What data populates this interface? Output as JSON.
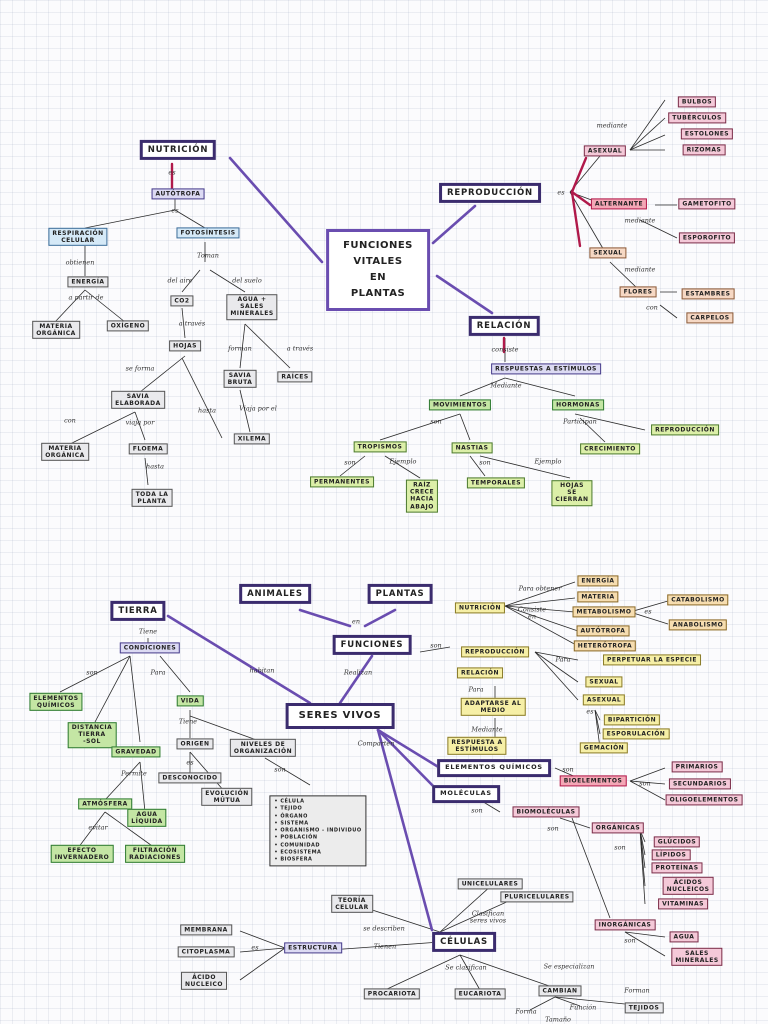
{
  "diagrams": {
    "plants": {
      "center": "FUNCIONES\nVITALES\nEN\nPLANTAS",
      "nutricion": {
        "title": "NUTRICIÓN",
        "es": "es",
        "autotrofa": "AUTÓTROFA",
        "es2": "es",
        "respiracion": "RESPIRACIÓN\nCELULAR",
        "fotosintesis": "FOTOSÍNTESIS",
        "obtienen": "obtienen",
        "energia": "ENERGÍA",
        "a_partir_de": "a partir de",
        "materia_organica": "MATERIA\nORGÁNICA",
        "oxigeno": "OXÍGENO",
        "toman": "Toman",
        "del_aire": "del aire",
        "del_suelo": "del suelo",
        "co2": "CO2",
        "agua_sales": "AGUA +\nSALES\nMINERALES",
        "a_traves": "a través",
        "hojas": "HOJAS",
        "se_forma": "se forma",
        "savia_elaborada": "SAVIA\nELABORADA",
        "con": "con",
        "viaja_por": "viaja por",
        "materia_organica2": "MATERIA\nORGÁNICA",
        "floema": "FLOEMA",
        "hasta": "hasta",
        "toda_planta": "TODA LA\nPLANTA",
        "forman": "forman",
        "a_traves2": "a través",
        "savia_bruta": "SAVIA\nBRUTA",
        "raices": "RAÍCES",
        "viaja_por_el": "Viaja por el",
        "xilema": "XILEMA",
        "hasta2": "hasta"
      },
      "reproduccion": {
        "title": "REPRODUCCIÓN",
        "es": "es",
        "mediante": "mediante",
        "asexual": "ASEXUAL",
        "bulbos": "BULBOS",
        "tuberculos": "TUBÉRCULOS",
        "estolones": "ESTOLONES",
        "rizomas": "RIZOMAS",
        "alternante": "ALTERNANTE",
        "mediante2": "mediante",
        "gametofito": "GAMETOFITO",
        "esporofito": "ESPOROFITO",
        "sexual": "SEXUAL",
        "mediante3": "mediante",
        "flores": "FLORES",
        "con": "con",
        "estambres": "ESTAMBRES",
        "carpelos": "CARPELOS"
      },
      "relacion": {
        "title": "RELACIÓN",
        "consiste": "consiste",
        "respuestas": "RESPUESTAS A ESTÍMULOS",
        "mediante": "Mediante",
        "movimientos": "MOVIMIENTOS",
        "hormonas": "HORMONAS",
        "son": "son",
        "participan": "Participan",
        "reproduccion": "REPRODUCCIÓN",
        "crecimiento": "CRECIMIENTO",
        "tropismos": "TROPISMOS",
        "nastias": "NASTIAS",
        "son2": "son",
        "ejemplo": "Ejemplo",
        "son3": "son",
        "ejemplo2": "Ejemplo",
        "permanentes": "PERMANENTES",
        "raiz_crece": "RAÍZ\nCRECE\nHACIA\nABAJO",
        "temporales": "TEMPORALES",
        "hojas_se_cierran": "HOJAS\nSE\nCIERRAN"
      }
    },
    "living": {
      "seres_vivos": "SERES VIVOS",
      "animales": "ANIMALES",
      "plantas": "PLANTAS",
      "en": "en",
      "funciones": "FUNCIONES",
      "realizan": "Realizan",
      "son_f": "son",
      "tierra": "TIERRA",
      "tiene": "Tiene",
      "condiciones": "CONDICIONES",
      "habitan": "habitan",
      "son_c": "son",
      "para_c": "Para",
      "elementos_quimicos": "ELEMENTOS\nQUÍMICOS",
      "distancia_tierra_sol": "DISTANCIA\nTIERRA\n-SOL",
      "gravedad": "GRAVEDAD",
      "permite": "Permite",
      "atmosfera": "ATMÓSFERA",
      "agua_liquida": "AGUA\nLÍQUIDA",
      "evitar": "evitar",
      "efecto_invernadero": "EFECTO\nINVERNADERO",
      "filtracion": "FILTRACIÓN\nRADIACIONES",
      "vida": "VIDA",
      "tiene_v": "Tiene",
      "origen": "ORIGEN",
      "niveles": "NIVELES DE\nORGANIZACIÓN",
      "es_o": "es",
      "son_n": "son",
      "desconocido": "DESCONOCIDO",
      "evolucion": "EVOLUCIÓN\nMÚTUA",
      "niveles_list": "• CÉLULA\n• TEJIDO\n• ÓRGANO\n• SISTEMA\n• ORGANISMO - INDIVIDUO\n• POBLACIÓN\n• COMUNIDAD\n• ECOSISTEMA\n• BIOSFERA",
      "comparten": "Comparten",
      "nutricion": "NUTRICIÓN",
      "para_n": "Para obtener",
      "consiste_n": "Consiste\nen",
      "energia_n": "ENERGÍA",
      "materia_n": "MATERIA",
      "metabolismo": "METABOLISMO",
      "es_m": "es",
      "catabolismo": "CATABOLISMO",
      "anabolismo": "ANABOLISMO",
      "autotrofa_n": "AUTÓTROFA",
      "heterotrofa_n": "HETERÓTROFA",
      "reproduccion_l": "REPRODUCCIÓN",
      "para_r": "Para",
      "perpetuar": "PERPETUAR LA ESPECIE",
      "sexual_l": "SEXUAL",
      "asexual_l": "ASEXUAL",
      "es_r": "es",
      "bipartition": "BIPARTICIÓN",
      "esporulacion": "ESPORULACIÓN",
      "gemacion": "GEMACIÓN",
      "relacion_l": "RELACIÓN",
      "para_rel": "Para",
      "adaptarse": "ADAPTARSE AL\nMEDIO",
      "mediante_rel": "Mediante",
      "respuesta": "RESPUESTA A\nESTÍMULOS",
      "elementos_q": "ELEMENTOS QUÍMICOS",
      "son_e": "son",
      "bioelementos": "BIOELEMENTOS",
      "son_b": "son",
      "primarios": "PRIMARIOS",
      "secundarios": "SECUNDARIOS",
      "oligoelementos": "OLIGOELEMENTOS",
      "moleculas": "MOLÉCULAS",
      "son_m": "son",
      "biomoleculas": "BIOMOLÉCULAS",
      "son_bm": "son",
      "organicas": "ORGÁNICAS",
      "son_o": "son",
      "glucidos": "GLÚCIDOS",
      "lipidos": "LÍPIDOS",
      "proteinas": "PROTEÍNAS",
      "acidos_nucleicos": "ÁCIDOS\nNUCLEICOS",
      "vitaminas": "VITAMINAS",
      "inorganicas": "INORGÁNICAS",
      "son_i": "son",
      "agua_i": "AGUA",
      "sales": "SALES\nMINERALES",
      "celulas": "CÉLULAS",
      "unicelulares": "UNICELULARES",
      "pluricelulares": "PLURICELULARES",
      "clasifican_en": "Clasifican\nseres vivos",
      "teoria_celular": "TEORÍA\nCELULAR",
      "se_describen": "se describen",
      "tienen": "Tienen",
      "estructura": "ESTRUCTURA",
      "es_e": "es",
      "membrana": "MEMBRANA",
      "citoplasma": "CITOPLASMA",
      "acido_nucleico": "ÁCIDO\nNUCLEICO",
      "se_clasifican": "Se clasifican",
      "se_especializan": "Se especializan",
      "procariota": "PROCARIOTA",
      "eucariota": "EUCARIOTA",
      "cambian": "CAMBIAN",
      "forma": "Forma",
      "funcion": "Función",
      "tamano": "Tamaño",
      "forman_t": "Forman",
      "tejidos": "TEJIDOS"
    }
  }
}
